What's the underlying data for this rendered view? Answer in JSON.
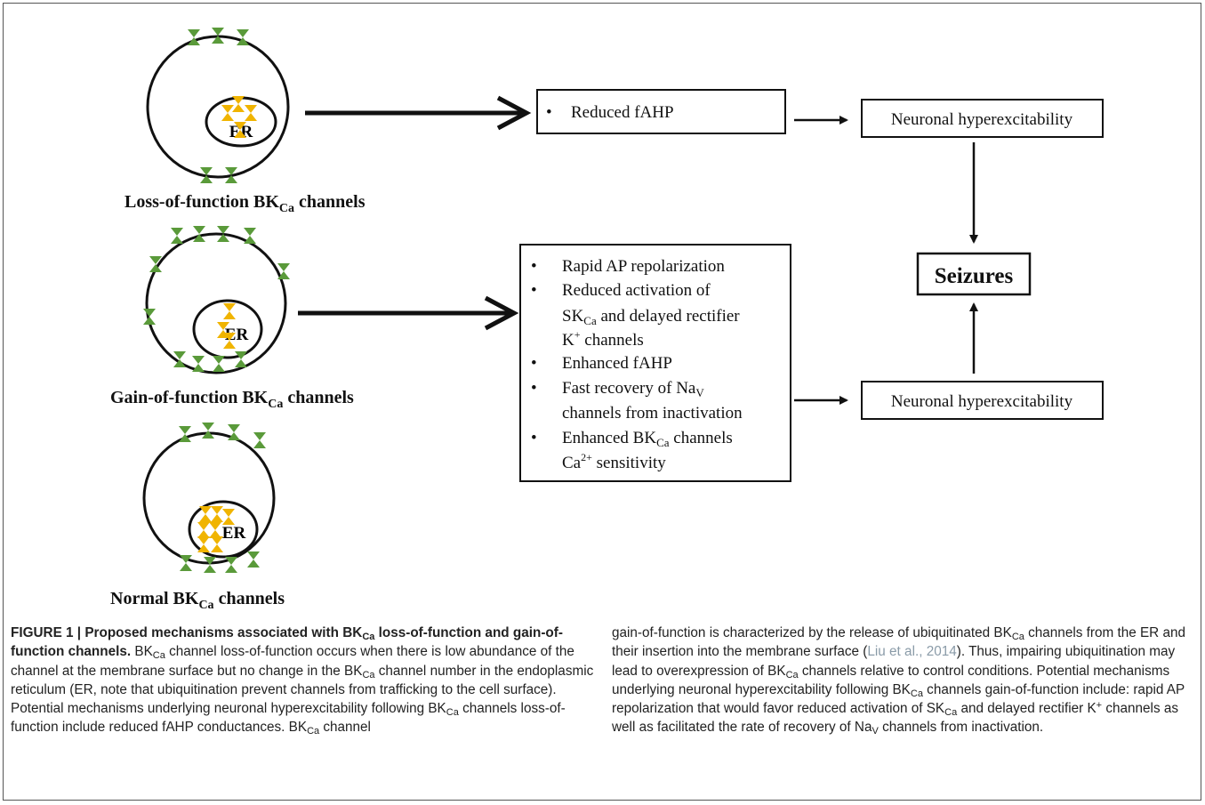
{
  "figure": {
    "cells": [
      {
        "label_main": "Loss-of-function BK",
        "label_sub": "Ca",
        "label_tail": " channels",
        "organelle": "ER"
      },
      {
        "label_main": "Gain-of-function BK",
        "label_sub": "Ca",
        "label_tail": " channels",
        "organelle": "ER"
      },
      {
        "label_main": "Normal BK",
        "label_sub": "Ca",
        "label_tail": " channels",
        "organelle": "ER"
      }
    ],
    "loss_box": {
      "bullet": "•",
      "text": "Reduced fAHP"
    },
    "gain_box": {
      "bullet": "•",
      "line1": "Rapid AP repolarization",
      "line2": "Reduced activation of",
      "line3_a": "SK",
      "line3_sub": "Ca",
      "line3_b": " and delayed rectifier",
      "line4_a": "K",
      "line4_sup": "+",
      "line4_b": " channels",
      "line5": "Enhanced fAHP",
      "line6_a": "Fast recovery of Na",
      "line6_sub": "V",
      "line7": "channels from inactivation",
      "line8_a": "Enhanced BK",
      "line8_sub": "Ca",
      "line8_b": " channels",
      "line9_a": "Ca",
      "line9_sup": "2+",
      "line9_b": " sensitivity"
    },
    "hyper_top": "Neuronal hyperexcitability",
    "hyper_bottom": "Neuronal hyperexcitability",
    "seizures": "Seizures",
    "colors": {
      "membrane_channel": "#5a9a3a",
      "er_channel": "#f0b400",
      "line": "#111111"
    }
  },
  "caption": {
    "title_a": "FIGURE 1 | Proposed mechanisms associated with BK",
    "title_sub": "Ca",
    "title_b": " loss-of-function and gain-of-function channels.",
    "l_bk1": " BK",
    "l_t1": " channel loss-of-function occurs when there is low abundance of the channel at the membrane surface but no change in the BK",
    "l_t2": " channel number in the endoplasmic reticulum (ER, note that ubiquitination prevent channels from trafficking to the cell surface). Potential mechanisms underlying neuronal hyperexcitability following BK",
    "l_t3": " channels loss-of-function include reduced fAHP conductances. BK",
    "l_t4": " channel",
    "r_t1": "gain-of-function is characterized by the release of ubiquitinated BK",
    "r_t2": " channels from the ER and their insertion into the membrane surface (",
    "r_ref": "Liu et al., 2014",
    "r_t3": "). Thus, impairing ubiquitination may lead to overexpression of BK",
    "r_t4": " channels relative to control conditions. Potential mechanisms underlying neuronal hyperexcitability following BK",
    "r_t5": " channels gain-of-function include: rapid AP repolarization that would favor reduced activation of SK",
    "r_t6": " and delayed rectifier K",
    "r_sup": "+",
    "r_t7": " channels as well as facilitated the rate of recovery of Na",
    "r_subv": "V",
    "r_t8": " channels from inactivation.",
    "sub_ca": "Ca"
  }
}
